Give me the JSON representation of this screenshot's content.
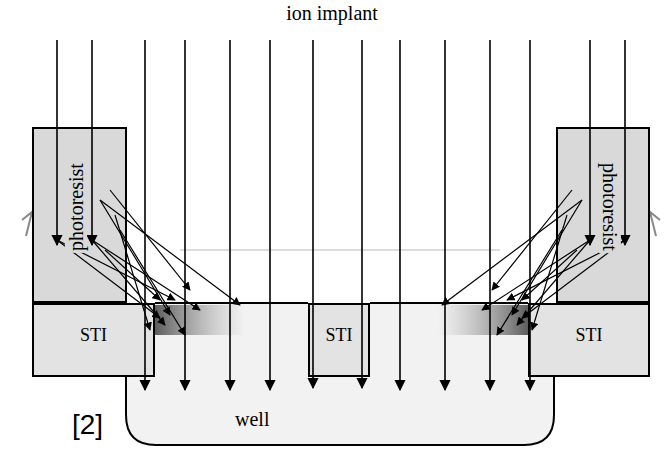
{
  "diagram": {
    "nodes": [
      {
        "text": [
          "photoresist"
        ]
      },
      {
        "text": [
          "photoresist"
        ]
      },
      {
        "text": [
          "STI"
        ]
      },
      {
        "text": [
          "STI"
        ]
      },
      {
        "text": [
          "STI"
        ]
      },
      {
        "text": [
          "well"
        ]
      }
    ],
    "labels": [
      "ion implant",
      "[2]"
    ]
  }
}
